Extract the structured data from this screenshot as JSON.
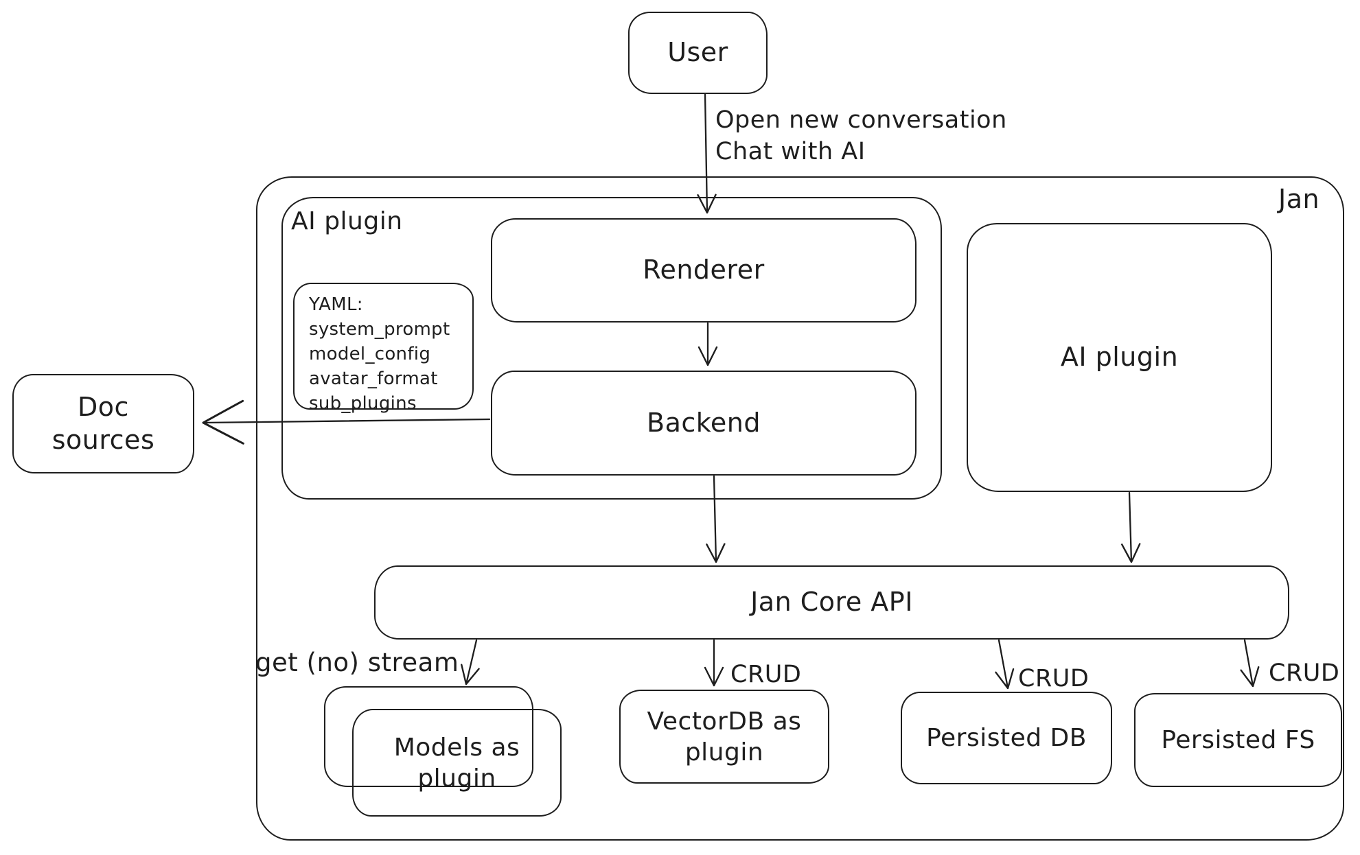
{
  "diagram": {
    "ink_color": "#1e1e1e",
    "bg_color": "#ffffff",
    "nodes": {
      "user": {
        "label": "User"
      },
      "jan_container": {
        "label": "Jan"
      },
      "ai_plugin_container": {
        "label": "AI plugin"
      },
      "yaml_note": {
        "lines": [
          "YAML:",
          "system_prompt",
          "model_config",
          "avatar_format",
          "sub_plugins"
        ]
      },
      "renderer": {
        "label": "Renderer"
      },
      "backend": {
        "label": "Backend"
      },
      "ai_plugin_right": {
        "label": "AI plugin"
      },
      "doc_sources": {
        "label": "Doc sources"
      },
      "jan_core_api": {
        "label": "Jan Core API"
      },
      "models_as_plugin": {
        "label": "Models as plugin"
      },
      "vectordb_as_plugin": {
        "label": "VectorDB as plugin"
      },
      "persisted_db": {
        "label": "Persisted DB"
      },
      "persisted_fs": {
        "label": "Persisted FS"
      }
    },
    "edge_labels": {
      "user_to_renderer_line1": "Open new conversation",
      "user_to_renderer_line2": "Chat with AI",
      "core_to_models": "get (no) stream",
      "core_to_vectordb": "CRUD",
      "core_to_persisted_db": "CRUD",
      "core_to_persisted_fs": "CRUD"
    }
  }
}
